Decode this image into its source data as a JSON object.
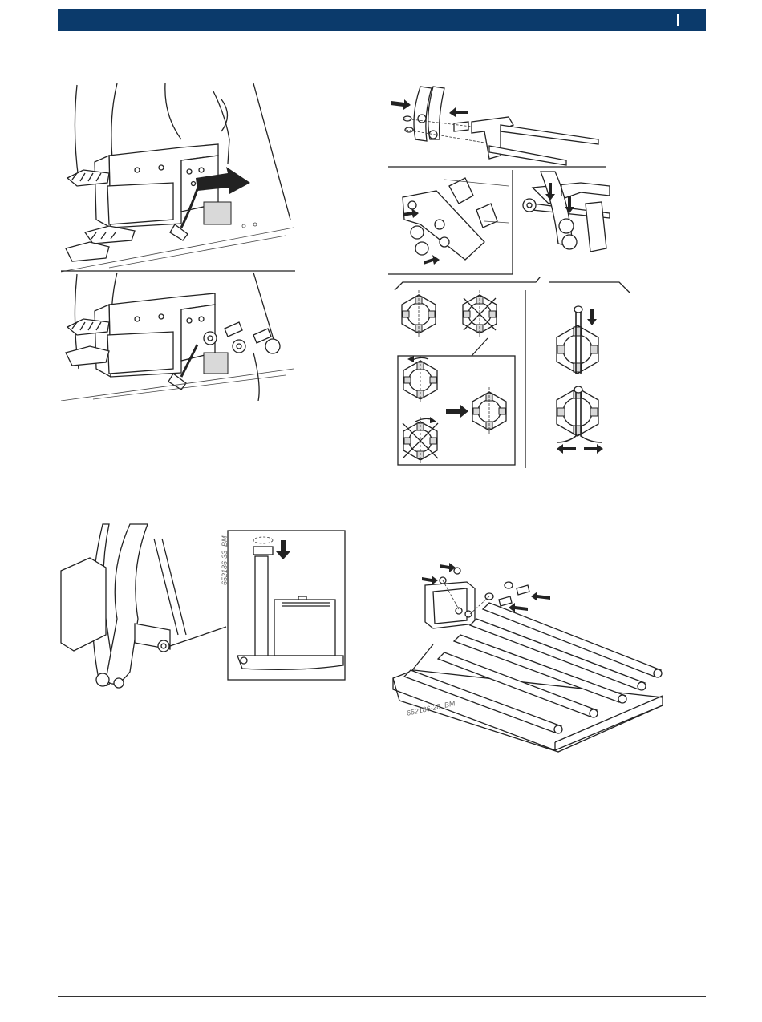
{
  "figures": {
    "fig_bracket_install": {
      "code": ""
    },
    "fig_link_assembly": {
      "code": ""
    },
    "fig_nut_detail": {
      "code": ""
    },
    "fig_pin_press": {
      "code": "652186-33_BM"
    },
    "fig_roller_board": {
      "code": "652186-28_BM"
    }
  },
  "icons": {
    "header": "header-divider-bar",
    "arrows": "arrow-icon",
    "nut": "castle-nut-icon"
  },
  "colors": {
    "header_bg": "#0b3a6b",
    "line": "#222222"
  }
}
